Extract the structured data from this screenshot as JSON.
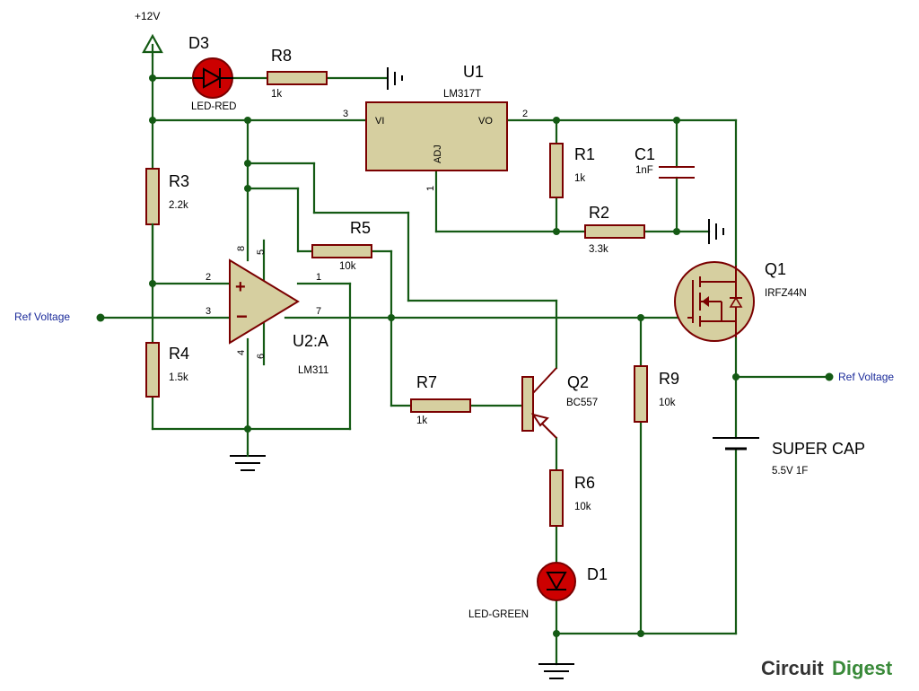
{
  "supply": {
    "label": "+12V"
  },
  "ref_in": {
    "label": "Ref Voltage"
  },
  "ref_out": {
    "label": "Ref Voltage"
  },
  "d3": {
    "name": "D3",
    "value": "LED-RED"
  },
  "r8": {
    "name": "R8",
    "value": "1k"
  },
  "u1": {
    "name": "U1",
    "value": "LM317T",
    "pin_vi": "VI",
    "pin_vo": "VO",
    "pin_adj": "ADJ",
    "pin3": "3",
    "pin2": "2",
    "pin1": "1"
  },
  "r1": {
    "name": "R1",
    "value": "1k"
  },
  "c1": {
    "name": "C1",
    "value": "1nF"
  },
  "r2": {
    "name": "R2",
    "value": "3.3k"
  },
  "r3": {
    "name": "R3",
    "value": "2.2k"
  },
  "r4": {
    "name": "R4",
    "value": "1.5k"
  },
  "r5": {
    "name": "R5",
    "value": "10k"
  },
  "u2": {
    "name": "U2:A",
    "value": "LM311",
    "pin8": "8",
    "pin5": "5",
    "pin2": "2",
    "pin3": "3",
    "pin1": "1",
    "pin7": "7",
    "pin4": "4",
    "pin6": "6",
    "plus": "+",
    "minus": "−"
  },
  "q1": {
    "name": "Q1",
    "value": "IRFZ44N"
  },
  "q2": {
    "name": "Q2",
    "value": "BC557"
  },
  "r7": {
    "name": "R7",
    "value": "1k"
  },
  "r9": {
    "name": "R9",
    "value": "10k"
  },
  "r6": {
    "name": "R6",
    "value": "10k"
  },
  "d1": {
    "name": "D1",
    "value": "LED-GREEN"
  },
  "supercap": {
    "name": "SUPER CAP",
    "value": "5.5V 1F"
  },
  "brand": {
    "part1": "Circuit",
    "part2": "Digest"
  },
  "colors": {
    "wire": "#145a14",
    "component_fill": "#d6cfa0",
    "component_stroke": "#7a0000",
    "ref_label": "#1a2a9a"
  }
}
